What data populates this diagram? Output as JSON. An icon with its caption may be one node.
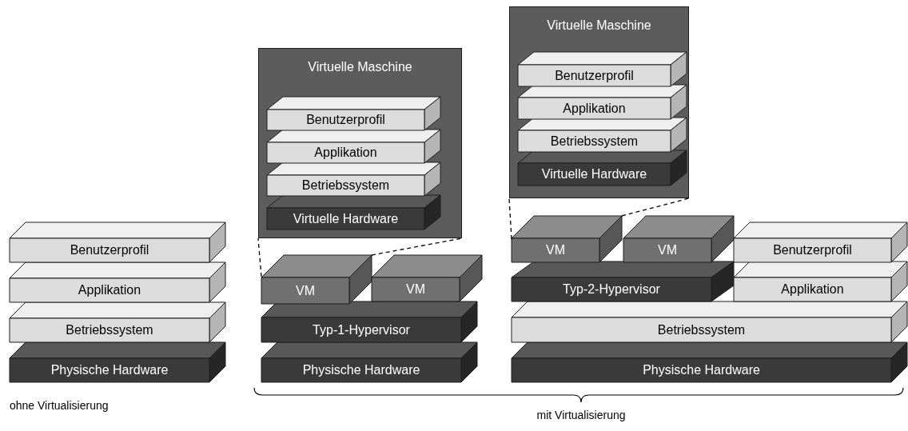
{
  "diagram": {
    "nodes": [
      {
        "text": [
          "Benutzerprofil"
        ]
      },
      {
        "text": [
          "Applikation"
        ]
      },
      {
        "text": [
          "Betriebssystem"
        ]
      },
      {
        "text": [
          "Physische Hardware"
        ]
      },
      {
        "text": [
          "Virtuelle Maschine"
        ]
      },
      {
        "text": [
          "Benutzerprofil"
        ],
        "in": 4
      },
      {
        "text": [
          "Applikation"
        ],
        "in": 4
      },
      {
        "text": [
          "Betriebssystem"
        ],
        "in": 4
      },
      {
        "text": [
          "Virtuelle Hardware"
        ],
        "in": 4
      },
      {
        "text": [
          "VM"
        ]
      },
      {
        "text": [
          "VM"
        ]
      },
      {
        "text": [
          "Typ-1-Hypervisor"
        ]
      },
      {
        "text": [
          "Physische Hardware"
        ]
      },
      {
        "text": [
          "Virtuelle Maschine"
        ]
      },
      {
        "text": [
          "Benutzerprofil"
        ],
        "in": 13
      },
      {
        "text": [
          "Applikation"
        ],
        "in": 13
      },
      {
        "text": [
          "Betriebssystem"
        ],
        "in": 13
      },
      {
        "text": [
          "Virtuelle Hardware"
        ],
        "in": 13
      },
      {
        "text": [
          "VM"
        ]
      },
      {
        "text": [
          "VM"
        ]
      },
      {
        "text": [
          "Benutzerprofil"
        ]
      },
      {
        "text": [
          "Typ-2-Hypervisor"
        ]
      },
      {
        "text": [
          "Applikation"
        ]
      },
      {
        "text": [
          "Betriebssystem"
        ]
      },
      {
        "text": [
          "Physische Hardware"
        ]
      }
    ],
    "edges": [
      {
        "from": 9,
        "to": 4,
        "arrow": "none",
        "style": "dashed"
      },
      {
        "from": 9,
        "to": 4,
        "arrow": "none",
        "style": "dashed"
      },
      {
        "from": 18,
        "to": 13,
        "arrow": "none",
        "style": "dashed"
      },
      {
        "from": 18,
        "to": 13,
        "arrow": "none",
        "style": "dashed"
      }
    ],
    "labels": [
      "ohne Virtualisierung",
      "mit Virtualisierung"
    ]
  }
}
